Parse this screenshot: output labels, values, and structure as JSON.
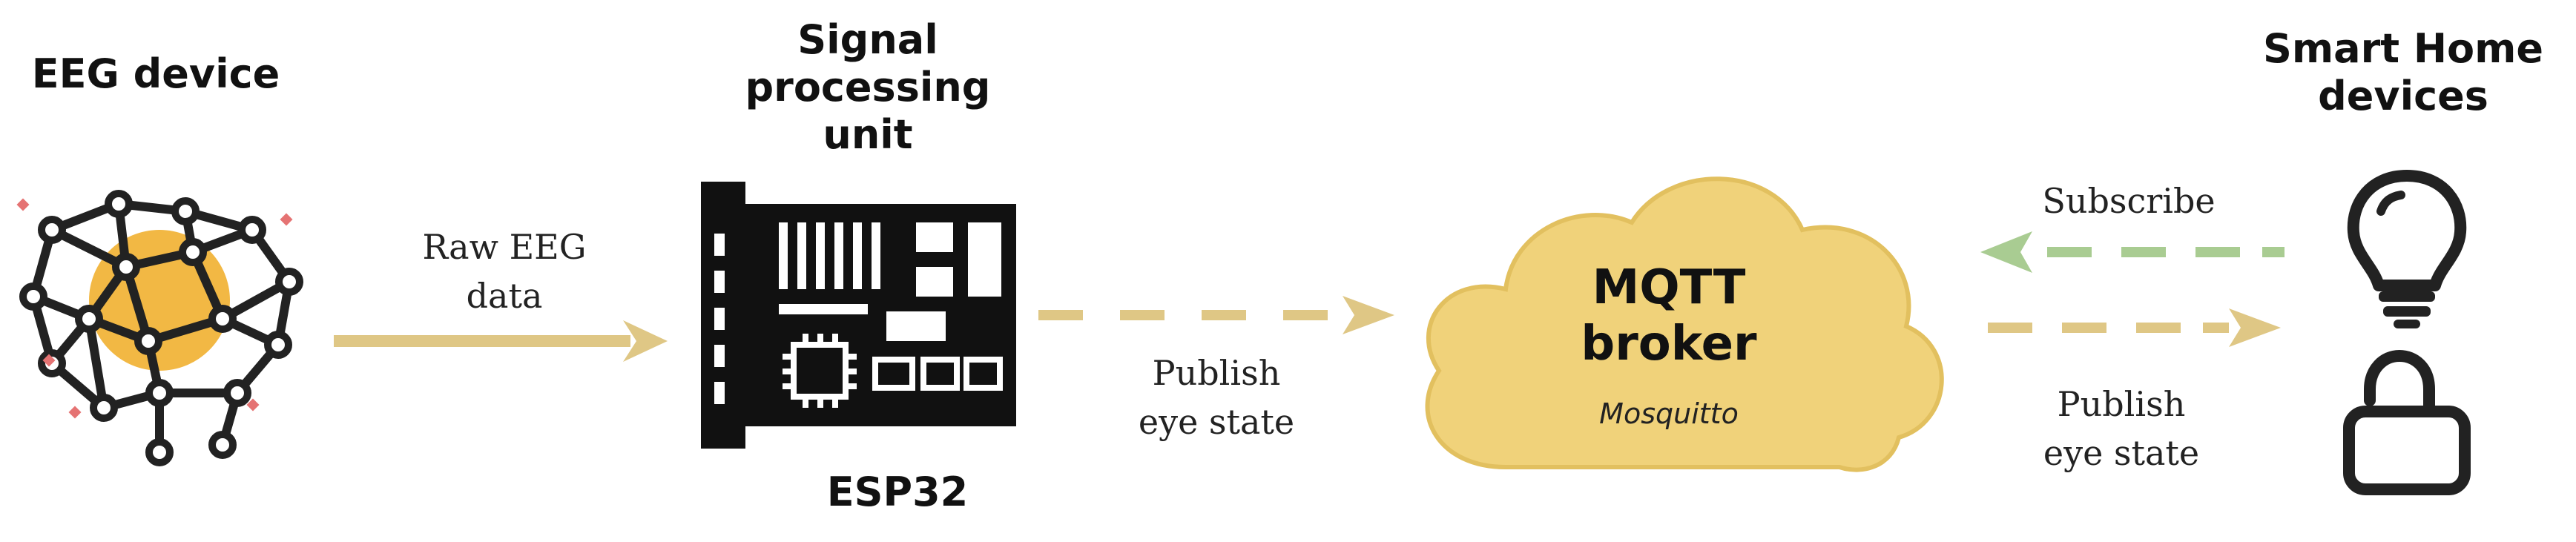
{
  "nodes": {
    "eeg_device": {
      "label": "EEG device",
      "icon": "brain-network-icon"
    },
    "signal_processing": {
      "label": "Signal\nprocessing\nunit",
      "sublabel": "ESP32",
      "icon": "circuit-board-icon"
    },
    "mqtt_broker": {
      "label": "MQTT\nbroker",
      "sublabel": "Mosquitto",
      "icon": "cloud-icon"
    },
    "smart_home": {
      "label": "Smart Home\ndevices",
      "icons": [
        "light-bulb-icon",
        "unlocked-padlock-icon"
      ]
    }
  },
  "edges": {
    "raw_eeg": {
      "label": "Raw EEG\ndata",
      "style": "solid"
    },
    "publish_to_broker": {
      "label": "Publish\neye state",
      "style": "dashed"
    },
    "subscribe": {
      "label": "Subscribe",
      "style": "dashed"
    },
    "publish_to_devices": {
      "label": "Publish\neye state",
      "style": "dashed"
    }
  },
  "colors": {
    "arrow_tan": "#DFC785",
    "arrow_green": "#A9CC92",
    "cloud_fill": "#F0D27A",
    "cloud_stroke": "#E2C05F",
    "brain_fill": "#F2B844",
    "icon_dark": "#222222",
    "sparkle": "#E57373"
  }
}
